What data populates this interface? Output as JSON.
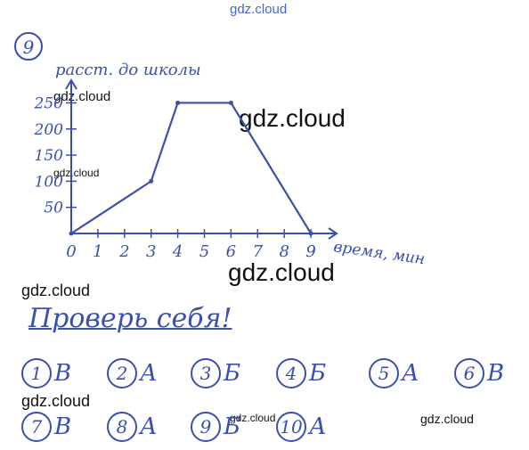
{
  "problem_number": "9",
  "chart_data": {
    "type": "line",
    "ylabel": "расст. до школы",
    "xlabel": "время, мин",
    "x": [
      0,
      3,
      4,
      6,
      9
    ],
    "y": [
      0,
      100,
      250,
      250,
      0
    ],
    "x_ticks": [
      "0",
      "1",
      "2",
      "3",
      "4",
      "5",
      "6",
      "7",
      "8",
      "9"
    ],
    "y_ticks": [
      "50",
      "100",
      "150",
      "200",
      "250"
    ],
    "xlim": [
      0,
      9.9
    ],
    "ylim": [
      0,
      290
    ],
    "grid": false,
    "line_color": "#3a4fae"
  },
  "answers_title": "Проверь себя!",
  "answers": [
    {
      "n": "1",
      "a": "В"
    },
    {
      "n": "2",
      "a": "А"
    },
    {
      "n": "3",
      "a": "Б"
    },
    {
      "n": "4",
      "a": "Б"
    },
    {
      "n": "5",
      "a": "А"
    },
    {
      "n": "6",
      "a": "В"
    },
    {
      "n": "7",
      "a": "В"
    },
    {
      "n": "8",
      "a": "А"
    },
    {
      "n": "9",
      "a": "Б"
    },
    {
      "n": "10",
      "a": "А"
    }
  ],
  "watermark": "gdz.cloud"
}
